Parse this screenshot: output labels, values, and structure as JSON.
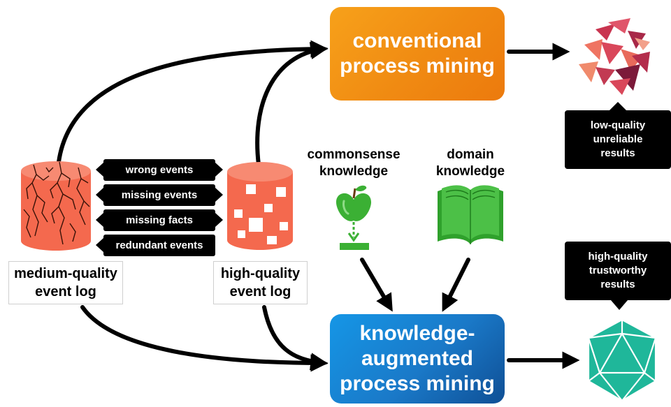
{
  "conventional": {
    "line1": "conventional",
    "line2": "process mining"
  },
  "augmented": {
    "line1": "knowledge-",
    "line2": "augmented",
    "line3": "process mining"
  },
  "medium_log": {
    "line1": "medium-quality",
    "line2": "event log"
  },
  "high_log": {
    "line1": "high-quality",
    "line2": "event log"
  },
  "issues": [
    "wrong events",
    "missing events",
    "missing facts",
    "redundant events"
  ],
  "knowledge": {
    "commonsense": {
      "line1": "commonsense",
      "line2": "knowledge"
    },
    "domain": {
      "line1": "domain",
      "line2": "knowledge"
    }
  },
  "results_low": {
    "line1": "low-quality",
    "line2": "unreliable",
    "line3": "results"
  },
  "results_high": {
    "line1": "high-quality",
    "line2": "trustworthy",
    "line3": "results"
  },
  "colors": {
    "orange": "#f08a12",
    "blue": "#1a79c8",
    "red_cylinder": "#f4694e",
    "green": "#3bb034",
    "teal": "#1fb79a",
    "shard_red": "#d9475a"
  },
  "icons": [
    "apple-icon",
    "book-icon",
    "broken-shards-icon",
    "icosahedron-icon"
  ]
}
